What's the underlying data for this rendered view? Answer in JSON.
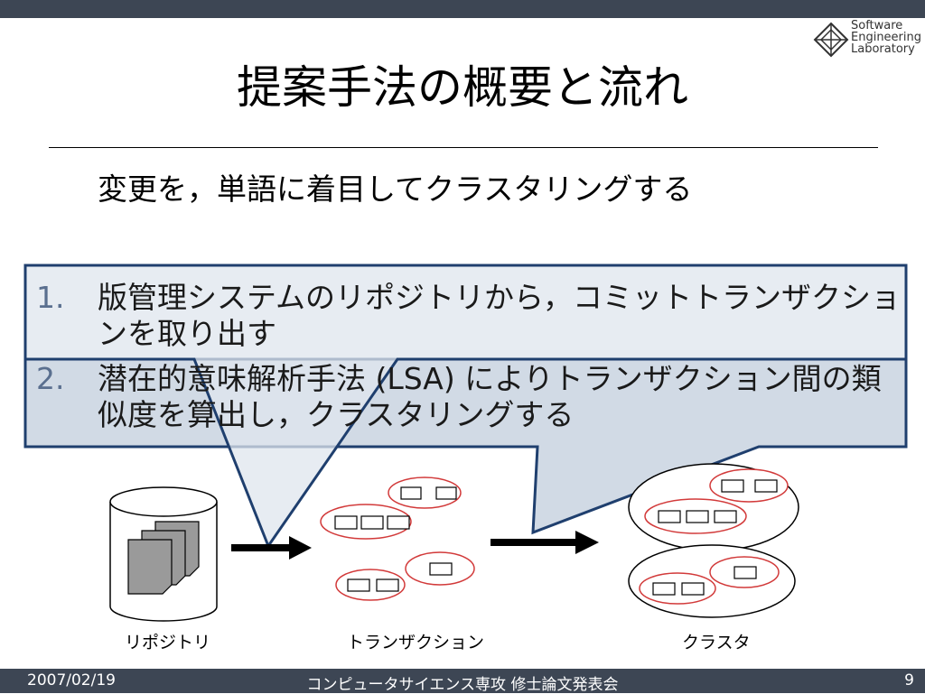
{
  "logo": {
    "line1": "Software",
    "line2": "Engineering",
    "line3": "Laboratory"
  },
  "slide": {
    "title": "提案手法の概要と流れ",
    "subtitle": "変更を，単語に着目してクラスタリングする"
  },
  "steps": [
    {
      "num": "1.",
      "text": "版管理システムのリポジトリから，コミットトランザクションを取り出す"
    },
    {
      "num": "2.",
      "text": "潜在的意味解析手法 (LSA) によりトランザクション間の類似度を算出し，クラスタリングする"
    }
  ],
  "diagram": {
    "repository_label": "リポジトリ",
    "transactions_label": "トランザクション",
    "clusters_label": "クラスタ"
  },
  "footer": {
    "date": "2007/02/19",
    "center": "コンピュータサイエンス専攻 修士論文発表会",
    "page": "9"
  },
  "colors": {
    "bar": "#3d4654",
    "callout_border": "#1f3f6e",
    "transaction_border": "#d23a3a"
  }
}
